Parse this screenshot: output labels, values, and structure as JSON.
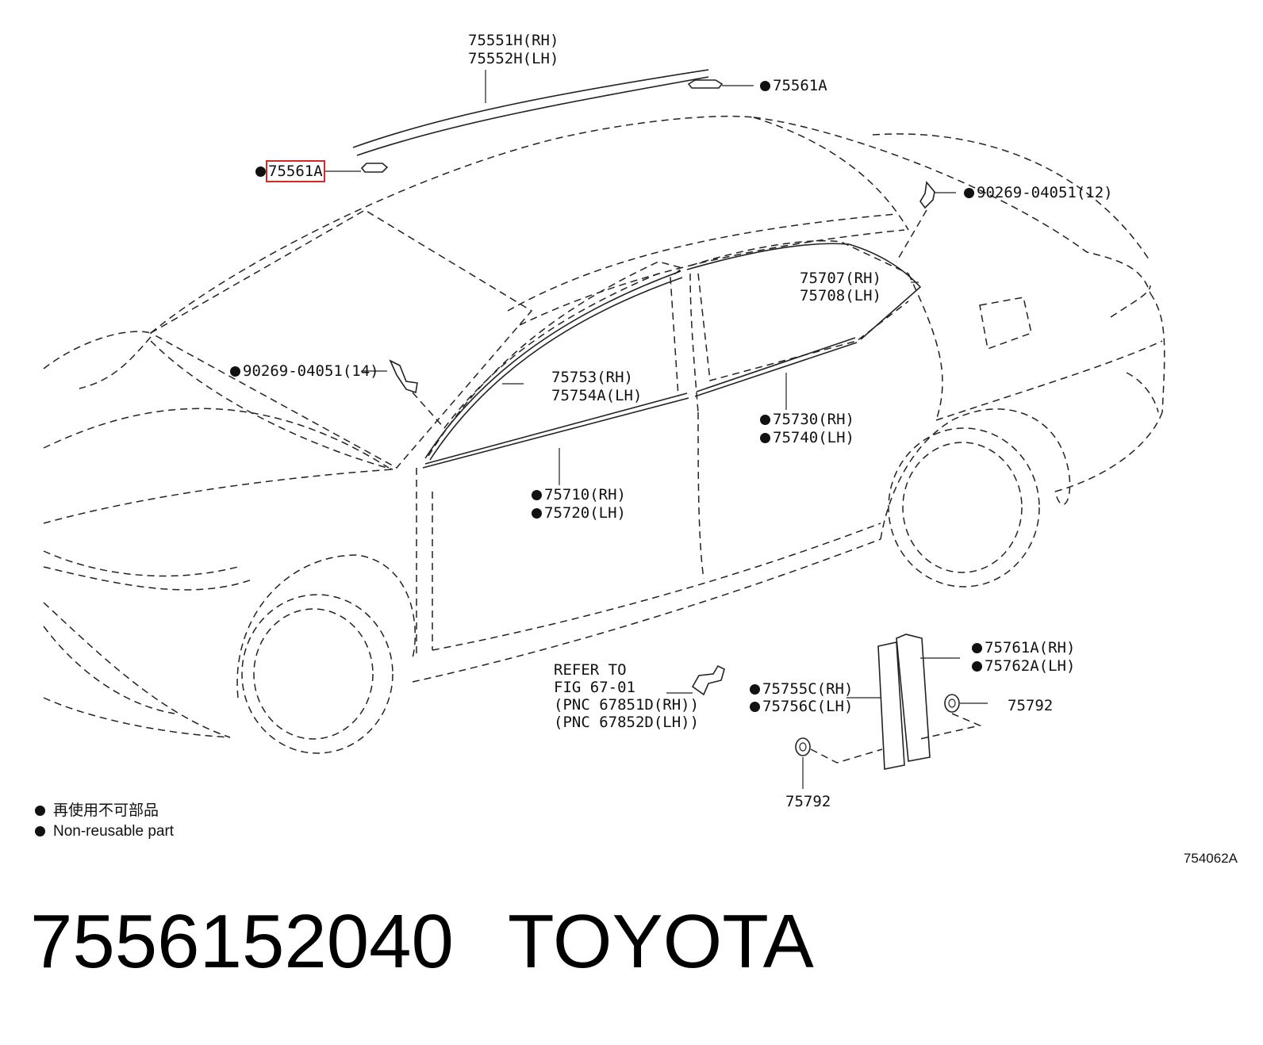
{
  "labels": {
    "roof_rh": "75551H(RH)",
    "roof_lh": "75552H(LH)",
    "clip_right": "75561A",
    "clip_left": "75561A",
    "clip_90269_12": "90269-04051(12)",
    "clip_90269_14": "90269-04051(14)",
    "rear_win_rh": "75707(RH)",
    "rear_win_lh": "75708(LH)",
    "front_frame_rh": "75753(RH)",
    "front_frame_lh": "75754A(LH)",
    "rear_belt_rh": "75730(RH)",
    "rear_belt_lh": "75740(LH)",
    "front_belt_rh": "75710(RH)",
    "front_belt_lh": "75720(LH)",
    "pillar_rh": "75761A(RH)",
    "pillar_lh": "75762A(LH)",
    "pillar_c_rh": "75755C(RH)",
    "pillar_c_lh": "75756C(LH)",
    "clip_75792_right": "75792",
    "clip_75792_bottom": "75792",
    "refer_1": "REFER TO",
    "refer_2": "FIG 67-01",
    "refer_3": "(PNC 67851D(RH))",
    "refer_4": "(PNC 67852D(LH))"
  },
  "legend": {
    "cn": "再使用不可部品",
    "en": "Non-reusable part"
  },
  "figure_number": "754062A",
  "footer": {
    "part_number": "7556152040",
    "brand": "TOYOTA"
  },
  "colors": {
    "highlight": "#d62828",
    "line": "#222222"
  }
}
